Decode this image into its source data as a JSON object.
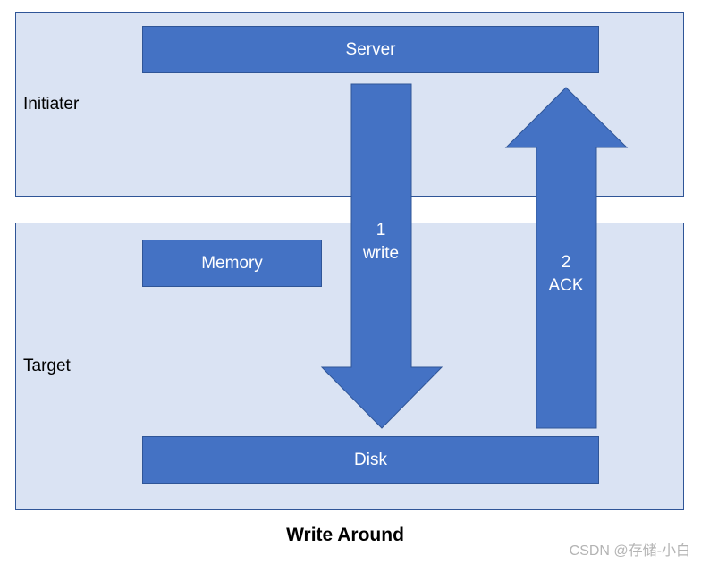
{
  "zones": {
    "initiator": "Initiater",
    "target": "Target"
  },
  "blocks": {
    "server": "Server",
    "memory": "Memory",
    "disk": "Disk"
  },
  "arrows": {
    "write": {
      "step": "1",
      "label": "write"
    },
    "ack": {
      "step": "2",
      "label": "ACK"
    }
  },
  "caption": "Write Around",
  "watermark": "CSDN @存储-小白",
  "colors": {
    "zone_fill": "#dae3f3",
    "block_fill": "#4472c4",
    "border": "#2f5597",
    "text_on_block": "#ffffff"
  }
}
